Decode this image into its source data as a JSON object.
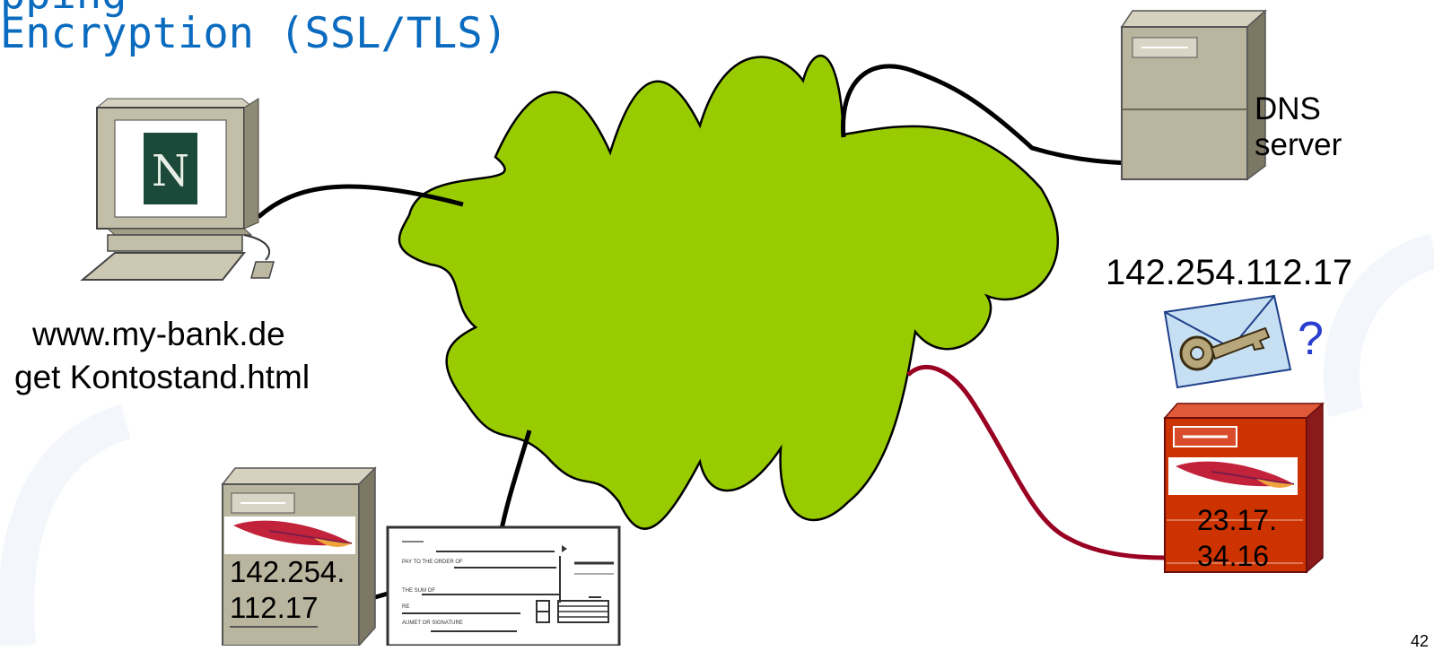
{
  "slide": {
    "header_fragment": "pping",
    "title": "Encryption (SSL/TLS)",
    "page_number": "42"
  },
  "client": {
    "browser_logo": "N",
    "request_line1": "www.my-bank.de",
    "request_line2": "get Kontostand.html"
  },
  "dns": {
    "label_line1": "DNS",
    "label_line2": "server"
  },
  "bank_server": {
    "ip_line1": "142.254.",
    "ip_line2": "112.17"
  },
  "attacker": {
    "resolved_ip": "142.254.112.17",
    "question": "?",
    "ip_line1": "23.17.",
    "ip_line2": "34.16"
  },
  "cheque": {
    "pay_to": "PAY TO THE ORDER OF",
    "sum": "THE SUM OF",
    "re": "RE",
    "signature": "AUMET OR SIGNATURE"
  },
  "colors": {
    "title": "#0a6bbf",
    "cloud": "#99cc00",
    "server_beige": "#b9b39c",
    "attacker_red": "#cc3300",
    "rogue_link": "#990022"
  }
}
